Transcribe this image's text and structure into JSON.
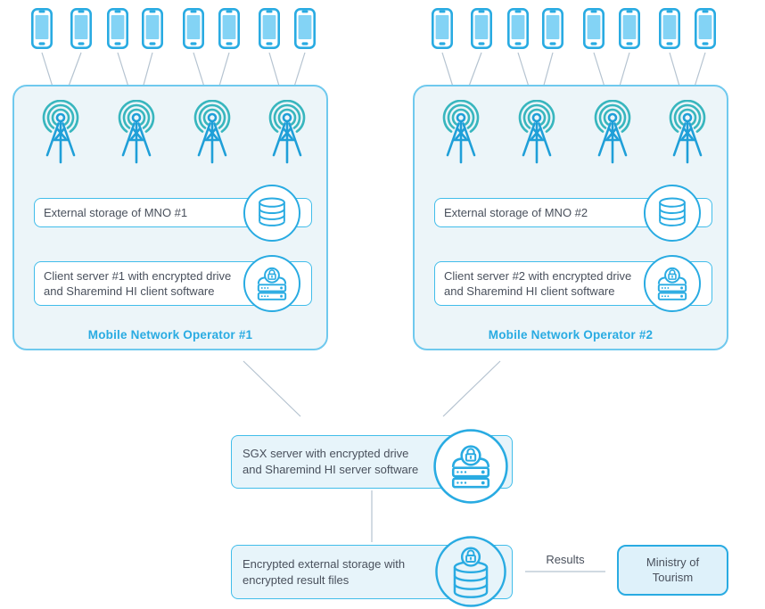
{
  "colors": {
    "accent_blue": "#29abe2",
    "arc_teal": "#38b6be",
    "panel_fill": "#ecf5f9",
    "panel_border": "#6fc9ee",
    "inner_box_border": "#41bdea",
    "connector_line": "#b5c3d0",
    "text": "#49505c",
    "phone_screen": "#83d3f5"
  },
  "operators": [
    {
      "title": "Mobile Network Operator #1",
      "storage_label": "External storage of MNO #1",
      "server_line1": "Client server #1 with encrypted drive",
      "server_line2": "and Sharemind HI client software",
      "phone_count": 8,
      "tower_count": 4
    },
    {
      "title": "Mobile Network Operator #2",
      "storage_label": "External storage of MNO #2",
      "server_line1": "Client server #2 with encrypted drive",
      "server_line2": "and Sharemind HI client software",
      "phone_count": 8,
      "tower_count": 4
    }
  ],
  "sgx_server": {
    "line1": "SGX server with encrypted drive",
    "line2": "and Sharemind HI server software"
  },
  "encrypted_storage": {
    "line1": "Encrypted external storage with",
    "line2": "encrypted result files"
  },
  "results_label": "Results",
  "ministry": {
    "line1": "Ministry of",
    "line2": "Tourism"
  },
  "icons": {
    "phone": "smartphone-icon",
    "antenna": "radio-tower-icon",
    "database": "database-cylinder-icon",
    "lock_server": "padlock-server-icon",
    "lock_database": "padlock-database-icon"
  }
}
